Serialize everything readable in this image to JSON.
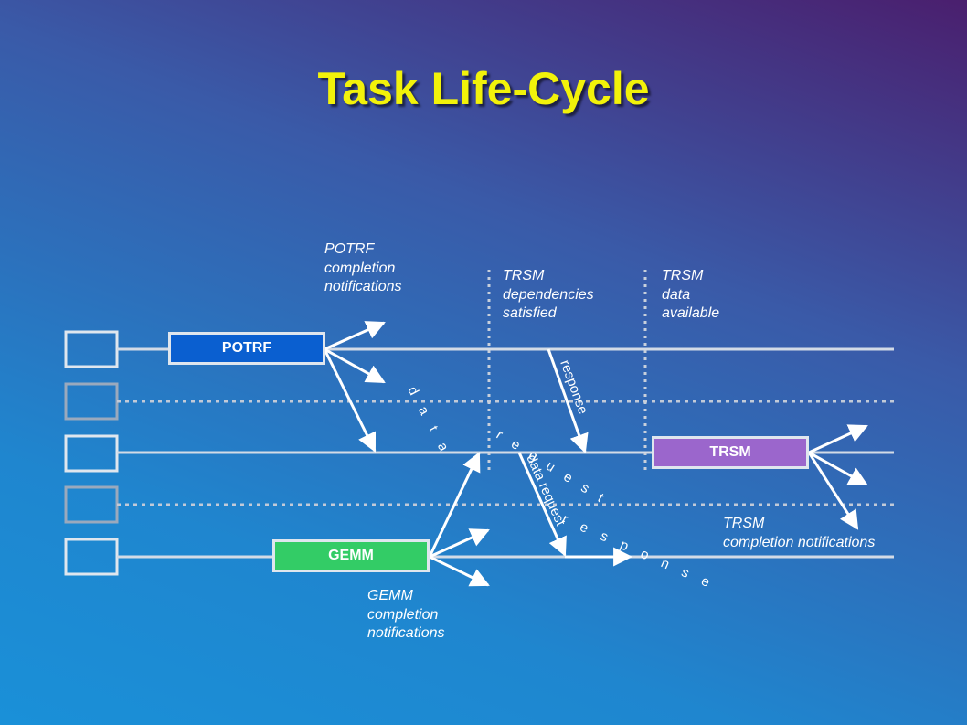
{
  "title": "Task Life-Cycle",
  "labels": {
    "potrf_notif": "POTRF\ncompletion\nnotifications",
    "trsm_deps": "TRSM\ndependencies\nsatisfied",
    "trsm_data": "TRSM\ndata\navailable",
    "trsm_notif": "TRSM\ncompletion notifications",
    "gemm_notif": "GEMM\ncompletion\nnotifications"
  },
  "tasks": {
    "potrf": "POTRF",
    "trsm": "TRSM",
    "gemm": "GEMM"
  },
  "colors": {
    "potrf": "#0a5fd0",
    "trsm": "#9b66cc",
    "gemm": "#33cc66",
    "title": "#f2f20a"
  },
  "message_text": {
    "data": "d a t a",
    "request": "r e q u e s t",
    "response_upper": "response",
    "data_request": "data request",
    "response_lower": "r e s p o n s e"
  }
}
